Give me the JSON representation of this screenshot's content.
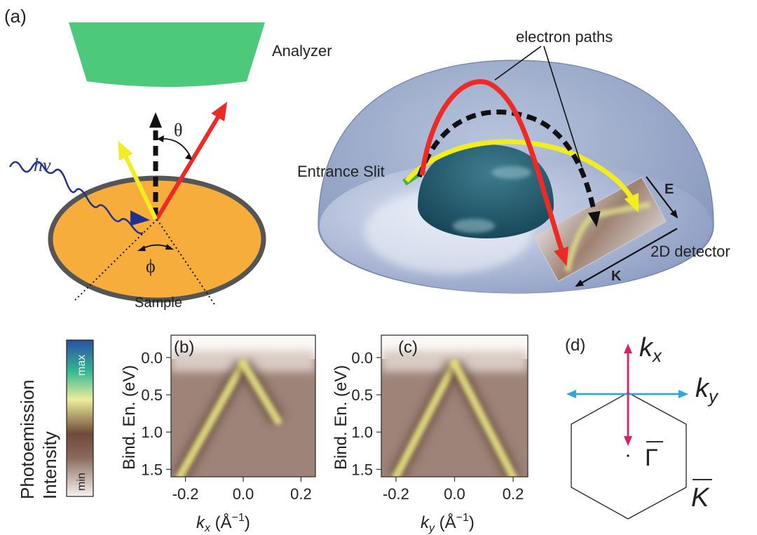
{
  "panels": {
    "a": "(a)",
    "b": "(b)",
    "c": "(c)",
    "d": "(d)"
  },
  "schematic": {
    "analyzer": "Analyzer",
    "photon": "hν",
    "theta": "θ",
    "phi": "ϕ",
    "sample": "Sample",
    "electron_paths": "electron paths",
    "entrance_slit": "Entrance Slit",
    "detector": "2D detector",
    "energy_axis": "E",
    "momentum_axis": "K"
  },
  "colorbar": {
    "title_line1": "Photoemission",
    "title_line2": "Intensity",
    "max_label": "max",
    "min_label": "min",
    "colors": [
      "#f7f2ef",
      "#6e4a3a",
      "#ecec9a",
      "#33b892",
      "#2a4fa6"
    ]
  },
  "colors": {
    "analyzer": "#4cc97a",
    "sample": "#f6ad3c",
    "red_path": "#ee2a27",
    "yellow_path": "#f2ec22",
    "photon": "#22308f",
    "kx_arrow": "#d6226b",
    "ky_arrow": "#2aa8df"
  },
  "chart_data": [
    {
      "type": "heatmap",
      "panel": "(b)",
      "ylabel": "Bind. En. (eV)",
      "xlabel_var": "k",
      "xlabel_sub": "x",
      "xlabel_unit": " (Å",
      "xlabel_exp": "−1",
      "xlabel_close": ")",
      "xlim": [
        -0.25,
        0.25
      ],
      "ylim": [
        -0.3,
        1.6
      ],
      "y_inverted": true,
      "xticks": [
        -0.2,
        0.0,
        0.2
      ],
      "xtick_labels": [
        "-0.2",
        "0.0",
        "0.2"
      ],
      "yticks": [
        0.0,
        0.5,
        1.0,
        1.5
      ],
      "ytick_labels": [
        "0.0",
        "0.5",
        "1.0",
        "1.5"
      ],
      "band_apex": [
        0.0,
        0.08
      ],
      "band_left": [
        [
          -0.22,
          1.6
        ],
        [
          0.0,
          0.08
        ]
      ],
      "band_right": [
        [
          0.0,
          0.08
        ],
        [
          0.12,
          0.85
        ]
      ]
    },
    {
      "type": "heatmap",
      "panel": "(c)",
      "ylabel": "Bind. En. (eV)",
      "xlabel_var": "k",
      "xlabel_sub": "y",
      "xlabel_unit": " (Å",
      "xlabel_exp": "−1",
      "xlabel_close": ")",
      "xlim": [
        -0.25,
        0.25
      ],
      "ylim": [
        -0.3,
        1.6
      ],
      "y_inverted": true,
      "xticks": [
        -0.2,
        0.0,
        0.2
      ],
      "xtick_labels": [
        "-0.2",
        "0.0",
        "0.2"
      ],
      "yticks": [
        0.0,
        0.5,
        1.0,
        1.5
      ],
      "ytick_labels": [
        "0.0",
        "0.5",
        "1.0",
        "1.5"
      ],
      "band_apex": [
        0.0,
        0.08
      ],
      "band_left": [
        [
          -0.2,
          1.6
        ],
        [
          0.0,
          0.08
        ]
      ],
      "band_right": [
        [
          0.0,
          0.08
        ],
        [
          0.2,
          1.6
        ]
      ]
    }
  ],
  "bz": {
    "kx_var": "k",
    "kx_sub": "x",
    "ky_var": "k",
    "ky_sub": "y",
    "gamma": "Γ",
    "kpoint": "K"
  }
}
